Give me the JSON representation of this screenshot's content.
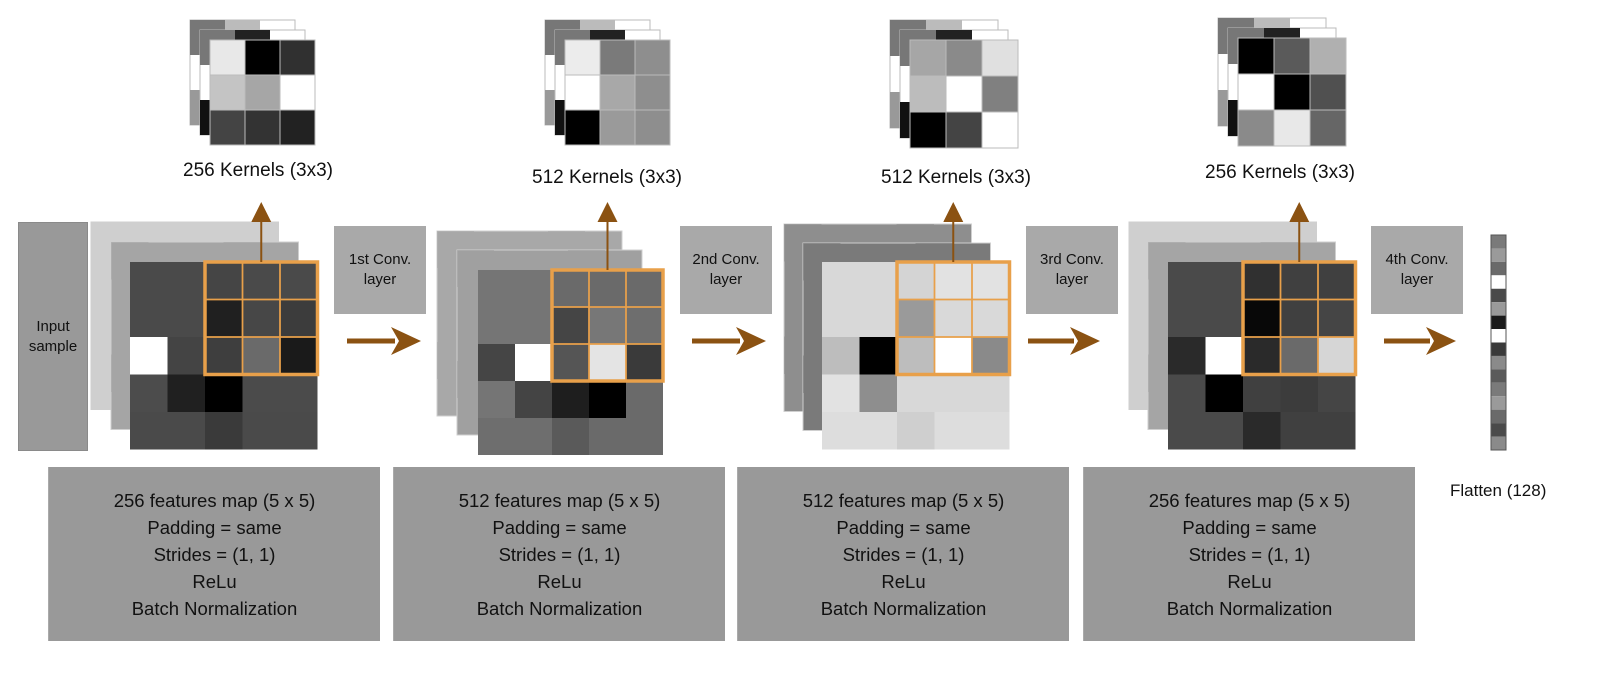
{
  "colors": {
    "arrow": "#8b5212",
    "highlight": "#e8a04a",
    "panel": "#999999",
    "layer_box": "#a9a9a9"
  },
  "input_label": "Input sample",
  "flatten_label": "Flatten (128)",
  "stages": [
    {
      "kernel_caption": "256 Kernels (3x3)",
      "layer_label": "1st Conv. layer",
      "info_lines": [
        "256 features map (5 x 5)",
        "Padding = same",
        "Strides = (1, 1)",
        "ReLu",
        "Batch Normalization"
      ],
      "feature_grid": [
        [
          "#4a4a4a",
          "#4a4a4a",
          "#454545",
          "#4a4a4a",
          "#4a4a4a"
        ],
        [
          "#4a4a4a",
          "#4a4a4a",
          "#202020",
          "#474747",
          "#3c3c3c"
        ],
        [
          "#ffffff",
          "#444444",
          "#3e3e3e",
          "#6a6a6a",
          "#1a1a1a"
        ],
        [
          "#4c4c4c",
          "#202020",
          "#000000",
          "#4b4b4b",
          "#4b4b4b"
        ],
        [
          "#4a4a4a",
          "#4a4a4a",
          "#3a3a3a",
          "#4a4a4a",
          "#4a4a4a"
        ]
      ],
      "kernel_grid": [
        [
          "#e8e8e8",
          "#000000",
          "#303030"
        ],
        [
          "#c4c4c4",
          "#a6a6a6",
          "#ffffff"
        ],
        [
          "#444444",
          "#333333",
          "#222222"
        ]
      ]
    },
    {
      "kernel_caption": "512 Kernels (3x3)",
      "layer_label": "2nd Conv. layer",
      "info_lines": [
        "512 features map (5 x 5)",
        "Padding = same",
        "Strides = (1, 1)",
        "ReLu",
        "Batch Normalization"
      ],
      "feature_grid": [
        [
          "#757575",
          "#757575",
          "#6a6a6a",
          "#6a6a6a",
          "#6a6a6a"
        ],
        [
          "#757575",
          "#757575",
          "#454545",
          "#777777",
          "#6e6e6e"
        ],
        [
          "#454545",
          "#ffffff",
          "#555555",
          "#e4e4e4",
          "#3a3a3a"
        ],
        [
          "#757575",
          "#444444",
          "#1e1e1e",
          "#000000",
          "#6a6a6a"
        ],
        [
          "#6e6e6e",
          "#6e6e6e",
          "#5a5a5a",
          "#6a6a6a",
          "#6a6a6a"
        ]
      ],
      "kernel_grid": [
        [
          "#ececec",
          "#7a7a7a",
          "#8e8e8e"
        ],
        [
          "#ffffff",
          "#a8a8a8",
          "#8e8e8e"
        ],
        [
          "#000000",
          "#9a9a9a",
          "#8e8e8e"
        ]
      ]
    },
    {
      "kernel_caption": "512 Kernels (3x3)",
      "layer_label": "3rd Conv. layer",
      "info_lines": [
        "512 features map (5 x 5)",
        "Padding = same",
        "Strides = (1, 1)",
        "ReLu",
        "Batch Normalization"
      ],
      "feature_grid": [
        [
          "#d8d8d8",
          "#d8d8d8",
          "#d4d4d4",
          "#e2e2e2",
          "#e2e2e2"
        ],
        [
          "#d8d8d8",
          "#d8d8d8",
          "#9a9a9a",
          "#d9d9d9",
          "#d9d9d9"
        ],
        [
          "#bdbdbd",
          "#000000",
          "#bdbdbd",
          "#ffffff",
          "#8a8a8a"
        ],
        [
          "#e2e2e2",
          "#8e8e8e",
          "#d8d8d8",
          "#d8d8d8",
          "#d8d8d8"
        ],
        [
          "#dddddd",
          "#dddddd",
          "#cfcfcf",
          "#dddddd",
          "#dddddd"
        ]
      ],
      "kernel_grid": [
        [
          "#a6a6a6",
          "#8a8a8a",
          "#e0e0e0"
        ],
        [
          "#bcbcbc",
          "#ffffff",
          "#808080"
        ],
        [
          "#000000",
          "#444444",
          "#ffffff"
        ]
      ]
    },
    {
      "kernel_caption": "256 Kernels (3x3)",
      "layer_label": "4th Conv. layer",
      "info_lines": [
        "256 features map (5 x 5)",
        "Padding = same",
        "Strides = (1, 1)",
        "ReLu",
        "Batch Normalization"
      ],
      "feature_grid": [
        [
          "#4a4a4a",
          "#4a4a4a",
          "#303030",
          "#404040",
          "#404040"
        ],
        [
          "#4a4a4a",
          "#4a4a4a",
          "#080808",
          "#404040",
          "#454545"
        ],
        [
          "#2a2a2a",
          "#ffffff",
          "#2a2a2a",
          "#6a6a6a",
          "#d6d6d6"
        ],
        [
          "#4a4a4a",
          "#000000",
          "#404040",
          "#3c3c3c",
          "#454545"
        ],
        [
          "#4a4a4a",
          "#4a4a4a",
          "#2a2a2a",
          "#404040",
          "#404040"
        ]
      ],
      "kernel_grid": [
        [
          "#000000",
          "#5a5a5a",
          "#b0b0b0"
        ],
        [
          "#ffffff",
          "#000000",
          "#505050"
        ],
        [
          "#8a8a8a",
          "#e8e8e8",
          "#666666"
        ]
      ]
    }
  ],
  "flatten_cells": [
    "#7a7a7a",
    "#9a9a9a",
    "#6a6a6a",
    "#ffffff",
    "#4a4a4a",
    "#9a9a9a",
    "#1a1a1a",
    "#ffffff",
    "#3a3a3a",
    "#8a8a8a",
    "#5a5a5a",
    "#7a7a7a",
    "#9a9a9a",
    "#6a6a6a",
    "#4a4a4a",
    "#8a8a8a"
  ]
}
